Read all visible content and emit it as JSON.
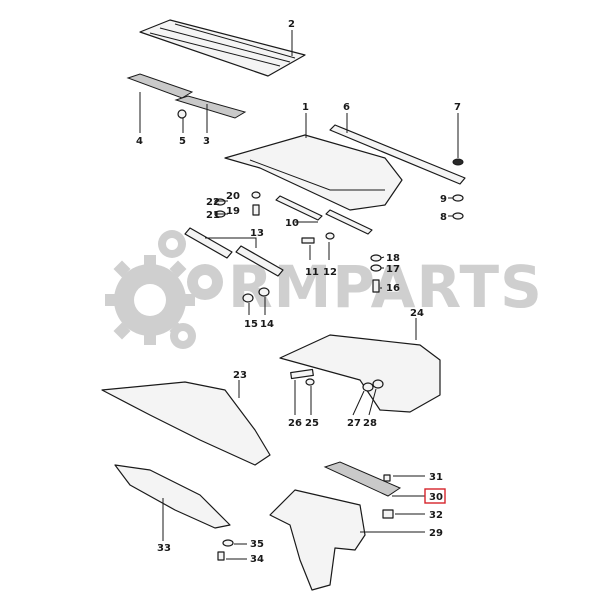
{
  "diagram": {
    "highlight_color": "#d6232a",
    "watermark": {
      "text": "RMPARTS"
    },
    "parts": [
      {
        "id": "p2",
        "label": "2"
      },
      {
        "id": "p1",
        "label": "1"
      },
      {
        "id": "p6",
        "label": "6"
      },
      {
        "id": "p7",
        "label": "7"
      },
      {
        "id": "p4",
        "label": "4"
      },
      {
        "id": "p5",
        "label": "5"
      },
      {
        "id": "p3",
        "label": "3"
      },
      {
        "id": "p22",
        "label": "22"
      },
      {
        "id": "p20",
        "label": "20"
      },
      {
        "id": "p21",
        "label": "21"
      },
      {
        "id": "p19",
        "label": "19"
      },
      {
        "id": "p9",
        "label": "9"
      },
      {
        "id": "p8",
        "label": "8"
      },
      {
        "id": "p10",
        "label": "10"
      },
      {
        "id": "p13",
        "label": "13"
      },
      {
        "id": "p11",
        "label": "11"
      },
      {
        "id": "p12",
        "label": "12"
      },
      {
        "id": "p18",
        "label": "18"
      },
      {
        "id": "p17",
        "label": "17"
      },
      {
        "id": "p16",
        "label": "16"
      },
      {
        "id": "p15",
        "label": "15"
      },
      {
        "id": "p14",
        "label": "14"
      },
      {
        "id": "p24",
        "label": "24"
      },
      {
        "id": "p23",
        "label": "23"
      },
      {
        "id": "p26",
        "label": "26"
      },
      {
        "id": "p25",
        "label": "25"
      },
      {
        "id": "p27",
        "label": "27"
      },
      {
        "id": "p28",
        "label": "28"
      },
      {
        "id": "p31",
        "label": "31"
      },
      {
        "id": "p30",
        "label": "30",
        "highlighted": true
      },
      {
        "id": "p32",
        "label": "32"
      },
      {
        "id": "p29",
        "label": "29"
      },
      {
        "id": "p33",
        "label": "33"
      },
      {
        "id": "p35",
        "label": "35"
      },
      {
        "id": "p34",
        "label": "34"
      }
    ]
  }
}
